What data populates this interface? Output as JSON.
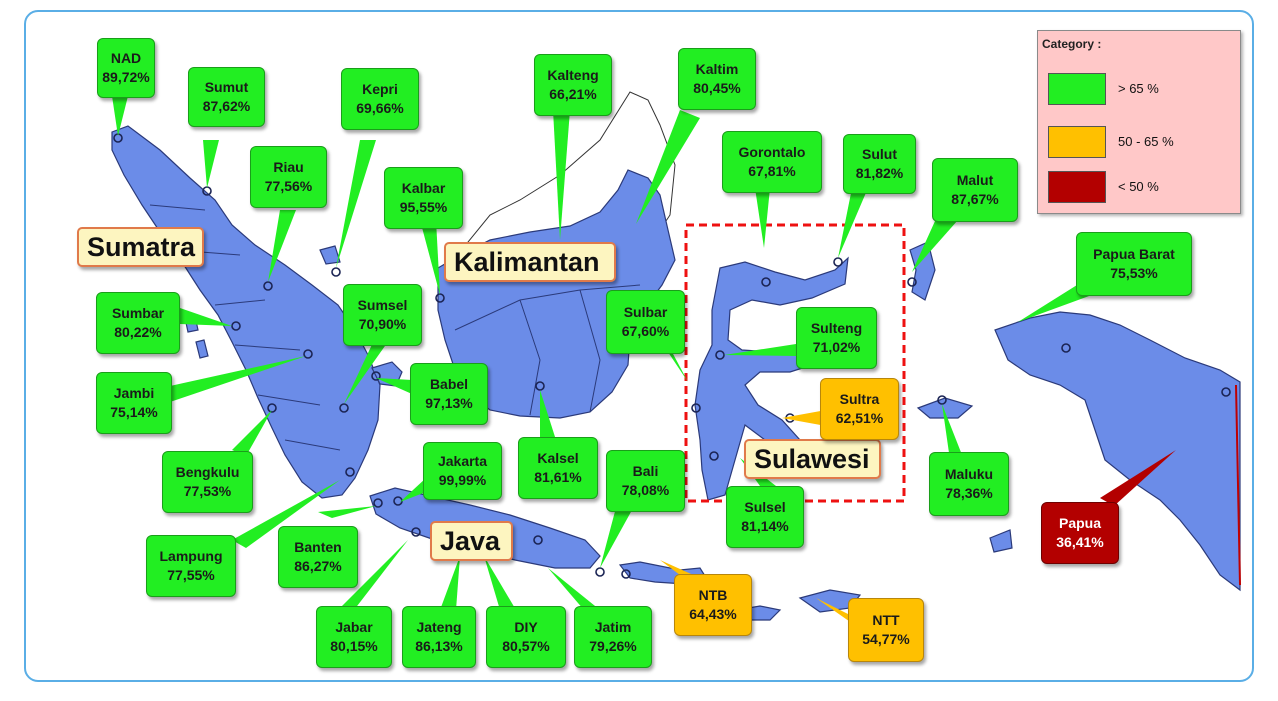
{
  "legend": {
    "title": "Category :",
    "items": [
      {
        "label": "> 65 %",
        "color": "#22ee22"
      },
      {
        "label": "50 -  65 %",
        "color": "#ffc000"
      },
      {
        "label": "< 50 %",
        "color": "#b30000"
      }
    ]
  },
  "islands": {
    "sumatra": "Sumatra",
    "kalimantan": "Kalimantan",
    "java": "Java",
    "sulawesi": "Sulawesi"
  },
  "provinces": {
    "nad": {
      "name": "NAD",
      "value": "89,72%",
      "category": "green"
    },
    "sumut": {
      "name": "Sumut",
      "value": "87,62%",
      "category": "green"
    },
    "riau": {
      "name": "Riau",
      "value": "77,56%",
      "category": "green"
    },
    "kepri": {
      "name": "Kepri",
      "value": "69,66%",
      "category": "green"
    },
    "kalbar": {
      "name": "Kalbar",
      "value": "95,55%",
      "category": "green"
    },
    "kalteng": {
      "name": "Kalteng",
      "value": "66,21%",
      "category": "green"
    },
    "kaltim": {
      "name": "Kaltim",
      "value": "80,45%",
      "category": "green"
    },
    "gorontalo": {
      "name": "Gorontalo",
      "value": "67,81%",
      "category": "green"
    },
    "sulut": {
      "name": "Sulut",
      "value": "81,82%",
      "category": "green"
    },
    "malut": {
      "name": "Malut",
      "value": "87,67%",
      "category": "green"
    },
    "papua_barat": {
      "name": "Papua Barat",
      "value": "75,53%",
      "category": "green"
    },
    "sumbar": {
      "name": "Sumbar",
      "value": "80,22%",
      "category": "green"
    },
    "sumsel": {
      "name": "Sumsel",
      "value": "70,90%",
      "category": "green"
    },
    "sulbar": {
      "name": "Sulbar",
      "value": "67,60%",
      "category": "green"
    },
    "sulteng": {
      "name": "Sulteng",
      "value": "71,02%",
      "category": "green"
    },
    "jambi": {
      "name": "Jambi",
      "value": "75,14%",
      "category": "green"
    },
    "babel": {
      "name": "Babel",
      "value": "97,13%",
      "category": "green"
    },
    "sultra": {
      "name": "Sultra",
      "value": "62,51%",
      "category": "orange"
    },
    "bengkulu": {
      "name": "Bengkulu",
      "value": "77,53%",
      "category": "green"
    },
    "jakarta": {
      "name": "Jakarta",
      "value": "99,99%",
      "category": "green"
    },
    "kalsel": {
      "name": "Kalsel",
      "value": "81,61%",
      "category": "green"
    },
    "bali": {
      "name": "Bali",
      "value": "78,08%",
      "category": "green"
    },
    "maluku": {
      "name": "Maluku",
      "value": "78,36%",
      "category": "green"
    },
    "sulsel": {
      "name": "Sulsel",
      "value": "81,14%",
      "category": "green"
    },
    "lampung": {
      "name": "Lampung",
      "value": "77,55%",
      "category": "green"
    },
    "banten": {
      "name": "Banten",
      "value": "86,27%",
      "category": "green"
    },
    "papua": {
      "name": "Papua",
      "value": "36,41%",
      "category": "red"
    },
    "ntb": {
      "name": "NTB",
      "value": "64,43%",
      "category": "orange"
    },
    "ntt": {
      "name": "NTT",
      "value": "54,77%",
      "category": "orange"
    },
    "jabar": {
      "name": "Jabar",
      "value": "80,15%",
      "category": "green"
    },
    "jateng": {
      "name": "Jateng",
      "value": "86,13%",
      "category": "green"
    },
    "diy": {
      "name": "DIY",
      "value": "80,57%",
      "category": "green"
    },
    "jatim": {
      "name": "Jatim",
      "value": "79,26%",
      "category": "green"
    }
  }
}
